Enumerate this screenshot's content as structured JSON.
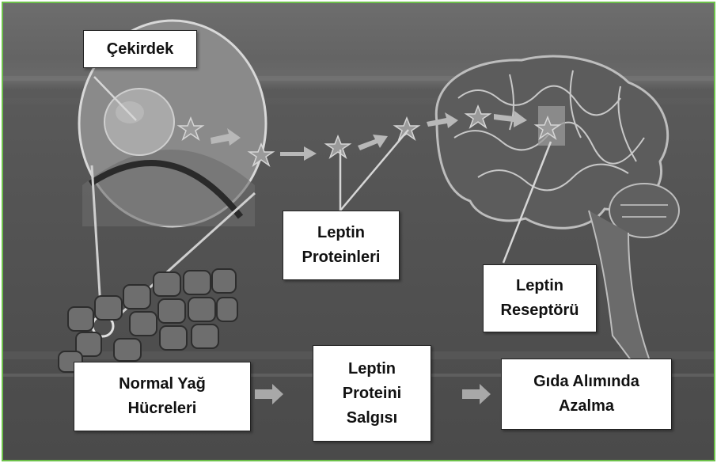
{
  "labels": {
    "nucleus": "Çekirdek",
    "leptin_proteins": [
      "Leptin",
      "Proteinleri"
    ],
    "leptin_receptor": [
      "Leptin",
      "Reseptörü"
    ],
    "normal_fat_cells": [
      "Normal Yağ",
      "Hücreleri"
    ],
    "leptin_secretion": [
      "Leptin",
      "Proteini",
      "Salgısı"
    ],
    "food_intake_decrease": [
      "Gıda Alımında",
      "Azalma"
    ]
  },
  "colors": {
    "border": "#6cc04a",
    "background": "#555555",
    "label_bg": "#ffffff"
  }
}
